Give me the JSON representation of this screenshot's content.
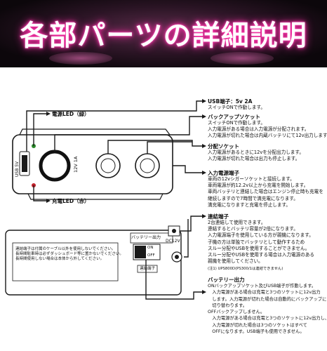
{
  "banner": {
    "title": "各部パーツの詳細説明"
  },
  "device": {
    "usb_port_label": "USB 5V",
    "socket_label": "12V 1A",
    "switch_top": "ON",
    "switch_bottom": "OFF",
    "battery_output_label": "バッテリー出力",
    "connect_terminal_label": "連結端子",
    "dc_label": "DC12V",
    "panel_text": "連結端子は付属のケーブル以外を使用しないでください。\n長時間駐車時は必ずダッシュボード等に置かないでください。\n長時間使用しない場合は本体から外してください。"
  },
  "callouts": {
    "usb": {
      "title": "USB端子：5v 2A",
      "desc": "スイッチONで作動します。"
    },
    "led_green": {
      "title": "電源LED（緑）"
    },
    "backup": {
      "title": "バックアップソケット",
      "desc": "スイッチONで作動します。\n入力電源がある場合は入力電源が分配されます。\n入力電源が切れた場合は内蔵バッテリにて12v出力します。"
    },
    "split": {
      "title": "分配ソケット",
      "desc": "入力電源があるときに12vを分配出力します。\n入力電源が切れた場合は出力も停止します。"
    },
    "input": {
      "title": "入力電源端子",
      "desc": "車両の12vシガーソケットと接続します。\n車両電源が約12.2v以上から充電を開始します。\n車両バッテリと連結した場合はエンジン停止時も充電を\n継続しますので7時間で満充電になります。\n満充電になりますと充電を停止します。"
    },
    "led_red": {
      "title": "充電LED（赤）"
    },
    "link": {
      "title": "連結端子",
      "desc": "2台連結して使用できます。\n連結するとバッテリ容量が2倍になります。\n入力電源端子を使用している方が親機になります。\n子機の方は単独でバッテリとして動作するため\nスルー分配やUSBを使用することができません。\nスルー分配やUSBを使用する場合は入力電源のある\n親機を使用してください。",
      "note": "(注1) UPS800D(PS300/1は連結できません)"
    },
    "battery": {
      "title": "バッテリー出力",
      "desc": "ONバックアップソケット及びUSB端子が作動します。\n　入力電源がある場合は充電と3つのソケットに12v出力\n　します。入力電源が切れた場合は自動的にバックアップに\n　切り替わります。\nOFFバックアップしません。\n　入力電源がある場合は充電と3つのソケットに12v出力し、\n　入力電源が切れた場合は3つのソケットはすべて\n　OFFになります。USB端子も使用できません。"
    }
  },
  "colors": {
    "accent_glow": "#ff2fa8",
    "led_green": "#2a8a2a",
    "led_red": "#c0202a"
  }
}
